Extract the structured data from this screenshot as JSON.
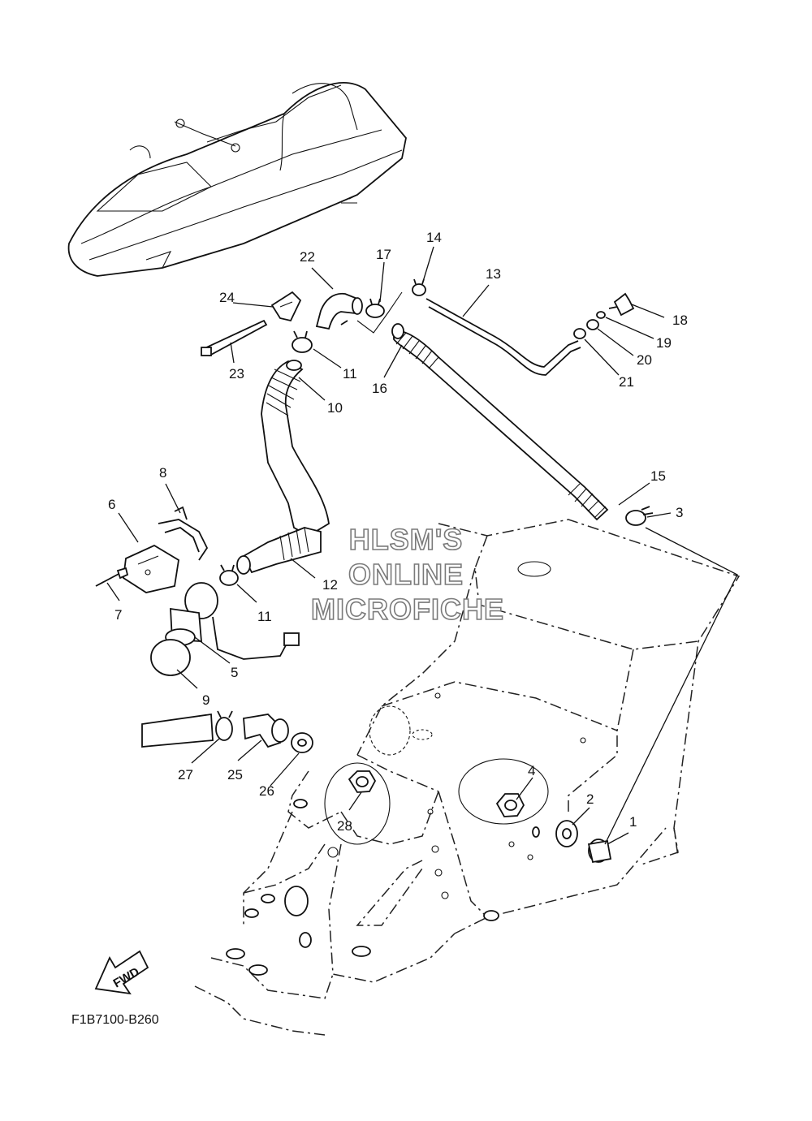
{
  "diagram": {
    "code": "F1B7100-B260",
    "fwd_label": "FWD",
    "watermark": [
      "HLSM'S",
      "ONLINE",
      "MICROFICHE"
    ],
    "callouts": [
      "1",
      "2",
      "3",
      "4",
      "5",
      "6",
      "7",
      "8",
      "9",
      "10",
      "11",
      "11",
      "12",
      "13",
      "14",
      "15",
      "16",
      "17",
      "18",
      "19",
      "20",
      "21",
      "22",
      "23",
      "24",
      "25",
      "26",
      "27",
      "28"
    ]
  }
}
